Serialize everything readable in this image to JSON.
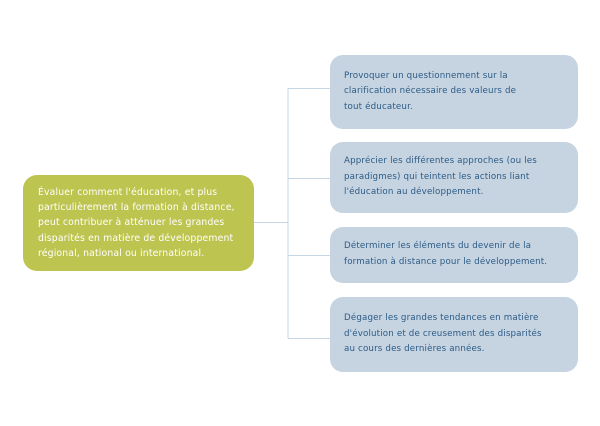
{
  "diagram": {
    "type": "mind-map",
    "orientation": "left-to-right",
    "background_color": "#ffffff",
    "root": {
      "id": "root",
      "label": "Évaluer comment l'éducation, et plus\nparticulièrement la formation à distance,\npeut contribuer à atténuer les grandes\ndisparités en matière de développement\nrégional, national ou international.",
      "fill_color": "#bdc44f",
      "text_color": "#ffffff"
    },
    "connector_color": "#c5d5e4",
    "branches": [
      {
        "id": "branch-1",
        "label": "Provoquer un questionnement sur la\nclarification nécessaire des valeurs de\ntout éducateur.",
        "fill_color": "#c6d4e2",
        "text_color": "#2c5b85"
      },
      {
        "id": "branch-2",
        "label": "Apprécier les différentes approches (ou les\nparadigmes) qui teintent les actions liant\nl'éducation au développement.",
        "fill_color": "#c6d4e2",
        "text_color": "#2c5b85"
      },
      {
        "id": "branch-3",
        "label": "Déterminer les éléments du devenir de la\nformation à distance pour le développement.",
        "fill_color": "#c6d4e2",
        "text_color": "#2c5b85"
      },
      {
        "id": "branch-4",
        "label": "Dégager les grandes tendances en matière\nd'évolution et de creusement des disparités\nau cours des dernières années.",
        "fill_color": "#c6d4e2",
        "text_color": "#2c5b85"
      }
    ]
  }
}
